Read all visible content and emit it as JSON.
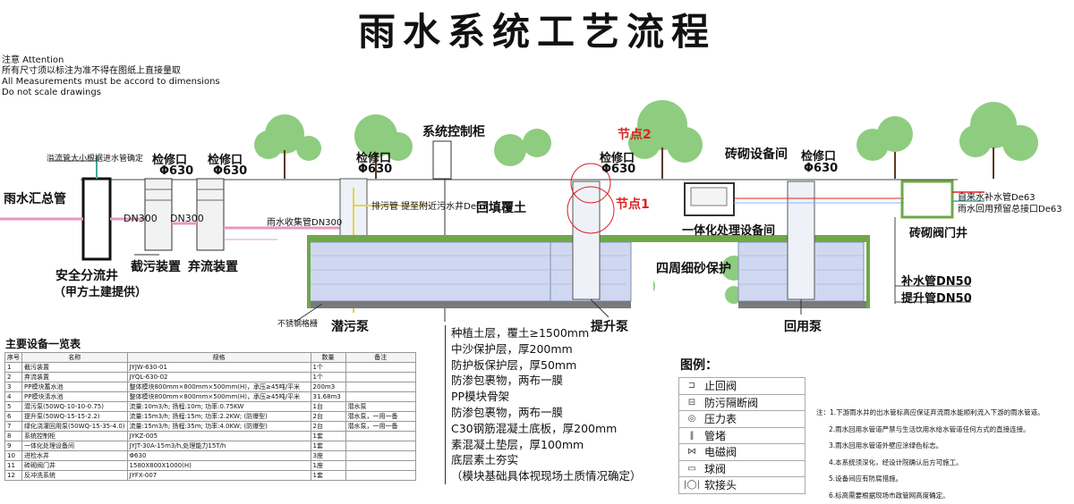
{
  "title": "雨水系统工艺流程",
  "attention": [
    "注意 Attention",
    "所有尺寸须以标注为准不得在图纸上直接量取",
    "All Measurements must be accord to dimensions",
    "Do not scale drawings"
  ],
  "labels": {
    "overflow_note": "溢流管大小根据进水管确定",
    "inlet": "雨水汇总管",
    "diversion_well": "安全分流井",
    "diversion_well_note": "（甲方土建提供）",
    "dn300_a": "DN300",
    "dn300_b": "DN300",
    "interceptor": "截污装置",
    "discard": "弃流装置",
    "manhole_1": "检修口",
    "manhole_1_size": "Φ630",
    "manhole_2": "检修口",
    "manhole_2_size": "Φ630",
    "manhole_3": "检修口",
    "manhole_3_size": "Φ630",
    "manhole_4": "检修口",
    "manhole_4_size": "Φ630",
    "manhole_5": "检修口",
    "manhole_5_size": "Φ630",
    "collect_pipe": "雨水收集管DN300",
    "control_cabinet": "系统控制柜",
    "drain_pipe": "排污管 提至附近污水井De63",
    "backfill": "回填覆土",
    "node2": "节点2",
    "node1": "节点1",
    "brick_room": "砖砌设备间",
    "integrated": "一体化处理设备间",
    "sand": "四周细砂保护",
    "tap_pipe": "自来水补水管De63",
    "reuse_pipe": "雨水回用预留总接口De63",
    "valve_well": "砖砌阀门井",
    "makeup_pipe": "补水管DN50",
    "lift_pipe": "提升管DN50",
    "steel_grid": "不锈钢格栅",
    "sewage_pump": "潜污泵",
    "lift_pump": "提升泵",
    "reuse_pump": "回用泵"
  },
  "layers": [
    "种植土层，覆土≥1500mm",
    "中沙保护层，厚200mm",
    "防护板保护层，厚50mm",
    "防渗包裹物，两布一膜",
    "PP模块骨架",
    "防渗包裹物，两布一膜",
    "C30钢筋混凝土底板，厚200mm",
    "素混凝土垫层，厚100mm",
    "底层素土夯实",
    "（模块基础具体视现场土质情况确定）"
  ],
  "equipment": {
    "title": "主要设备一览表",
    "headers": [
      "序号",
      "名称",
      "规格",
      "数量",
      "备注"
    ],
    "rows": [
      [
        "1",
        "截污装置",
        "JYJW-630-01",
        "1个",
        ""
      ],
      [
        "2",
        "弃流装置",
        "JYQL-630-02",
        "1个",
        ""
      ],
      [
        "3",
        "PP模块蓄水池",
        "整体模块800mm×800mm×500mm(H)，承压≥45吨/平米",
        "200m3",
        ""
      ],
      [
        "4",
        "PP模块清水池",
        "整体模块800mm×800mm×500mm(H)，承压≥45吨/平米",
        "31.68m3",
        ""
      ],
      [
        "5",
        "潜污泵(50WQ-10-10-0.75)",
        "流量:10m3/h; 扬程:10m; 功率:0.75KW",
        "1台",
        "潜水泵"
      ],
      [
        "6",
        "提升泵(50WQ-15-15-2.2)",
        "流量:15m3/h; 扬程:15m; 功率:2.2KW; (防爆型)",
        "2台",
        "潜水泵，一用一备"
      ],
      [
        "7",
        "绿化浇灌回用泵(50WQ-15-35-4.0)",
        "流量:15m3/h; 扬程:35m; 功率:4.0KW; (防爆型)",
        "2台",
        "潜水泵，一用一备"
      ],
      [
        "8",
        "系统控制柜",
        "JYKZ-005",
        "1套",
        ""
      ],
      [
        "9",
        "一体化处理设备间",
        "JYJT-30A-15m3/h,处理能力15T/h",
        "1套",
        ""
      ],
      [
        "10",
        "进检水井",
        "Φ630",
        "3座",
        ""
      ],
      [
        "11",
        "砖砌阀门井",
        "1580X800X1000(H)",
        "1座",
        ""
      ],
      [
        "12",
        "反冲洗系统",
        "JYFX-007",
        "1套",
        ""
      ]
    ]
  },
  "legend": {
    "title": "图例：",
    "items": [
      {
        "icon": "check-valve-icon",
        "label": "止回阀"
      },
      {
        "icon": "backflow-preventer-icon",
        "label": "防污隔断阀"
      },
      {
        "icon": "pressure-gauge-icon",
        "label": "压力表"
      },
      {
        "icon": "pipe-plug-icon",
        "label": "管堵"
      },
      {
        "icon": "solenoid-valve-icon",
        "label": "电磁阀"
      },
      {
        "icon": "ball-valve-icon",
        "label": "球阀"
      },
      {
        "icon": "flexible-joint-icon",
        "label": "软接头"
      }
    ]
  },
  "notes": [
    "注：1.下游雨水井的出水管标高应保证弃流雨水能顺利流入下游的雨水管道。",
    "2.雨水回用水管道严禁与生活饮用水给水管道任何方式的直接连接。",
    "3.雨水回用水管道外壁应涂绿色标志。",
    "4.本系统须深化，经设计院确认后方可施工。",
    "5.设备间应有防腐措施。",
    "6.标高需要根据现场市政管网高度确定。"
  ],
  "colors": {
    "module_fill": "#cfd8f0",
    "concrete": "#7a7a7a",
    "slab": "#6fa84a",
    "pipe_pink": "#e59ac0",
    "pipe_yellow": "#e8d24a",
    "pipe_red": "#d22222",
    "tree": "#7bc46a"
  }
}
